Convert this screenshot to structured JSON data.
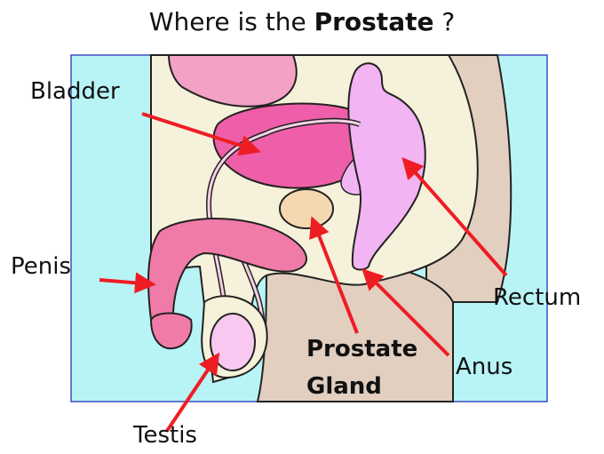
{
  "title": {
    "prefix": "Where is the ",
    "emphasis": "Prostate",
    "suffix": " ?"
  },
  "labels": {
    "bladder": "Bladder",
    "penis": "Penis",
    "rectum": "Rectum",
    "anus": "Anus",
    "testis": "Testis",
    "prostate_line1": "Prostate",
    "prostate_line2": "Gland"
  },
  "colors": {
    "background_panel": "#b8f4f6",
    "panel_border": "#3b4fc4",
    "body_skin": "#f6f1da",
    "back_tissue": "#e2cfc0",
    "bladder": "#ef5ea8",
    "bladder_top": "#f3a2c6",
    "rectum": "#f2b4f2",
    "prostate": "#f6d8b0",
    "penis": "#f07aa8",
    "testis": "#f8c8f0",
    "arrow": "#ee1d24"
  }
}
